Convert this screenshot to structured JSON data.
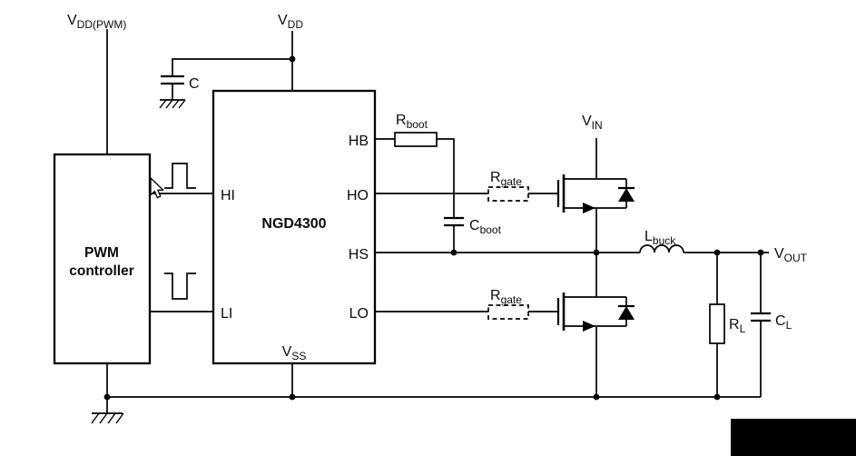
{
  "supplies": {
    "vdd_pwm": {
      "base": "V",
      "sub": "DD(PWM)"
    },
    "vdd": {
      "base": "V",
      "sub": "DD"
    },
    "vin": {
      "base": "V",
      "sub": "IN"
    },
    "vout": {
      "base": "V",
      "sub": "OUT"
    }
  },
  "blocks": {
    "pwm_controller": {
      "line1": "PWM",
      "line2": "controller"
    },
    "gate_driver": "NGD4300"
  },
  "pins": {
    "hi": "HI",
    "li": "LI",
    "hb": "HB",
    "ho": "HO",
    "hs": "HS",
    "lo": "LO",
    "vss": {
      "base": "V",
      "sub": "SS"
    }
  },
  "components": {
    "bypass_cap": "C",
    "r_boot": {
      "base": "R",
      "sub": "boot"
    },
    "c_boot": {
      "base": "C",
      "sub": "boot"
    },
    "r_gate_high": {
      "base": "R",
      "sub": "gate"
    },
    "r_gate_low": {
      "base": "R",
      "sub": "gate"
    },
    "l_buck": {
      "base": "L",
      "sub": "buck"
    },
    "r_load": {
      "base": "R",
      "sub": "L"
    },
    "c_load": {
      "base": "C",
      "sub": "L"
    }
  },
  "colors": {
    "line": "#000000",
    "background": "#ffffff",
    "redaction": "#000000"
  }
}
